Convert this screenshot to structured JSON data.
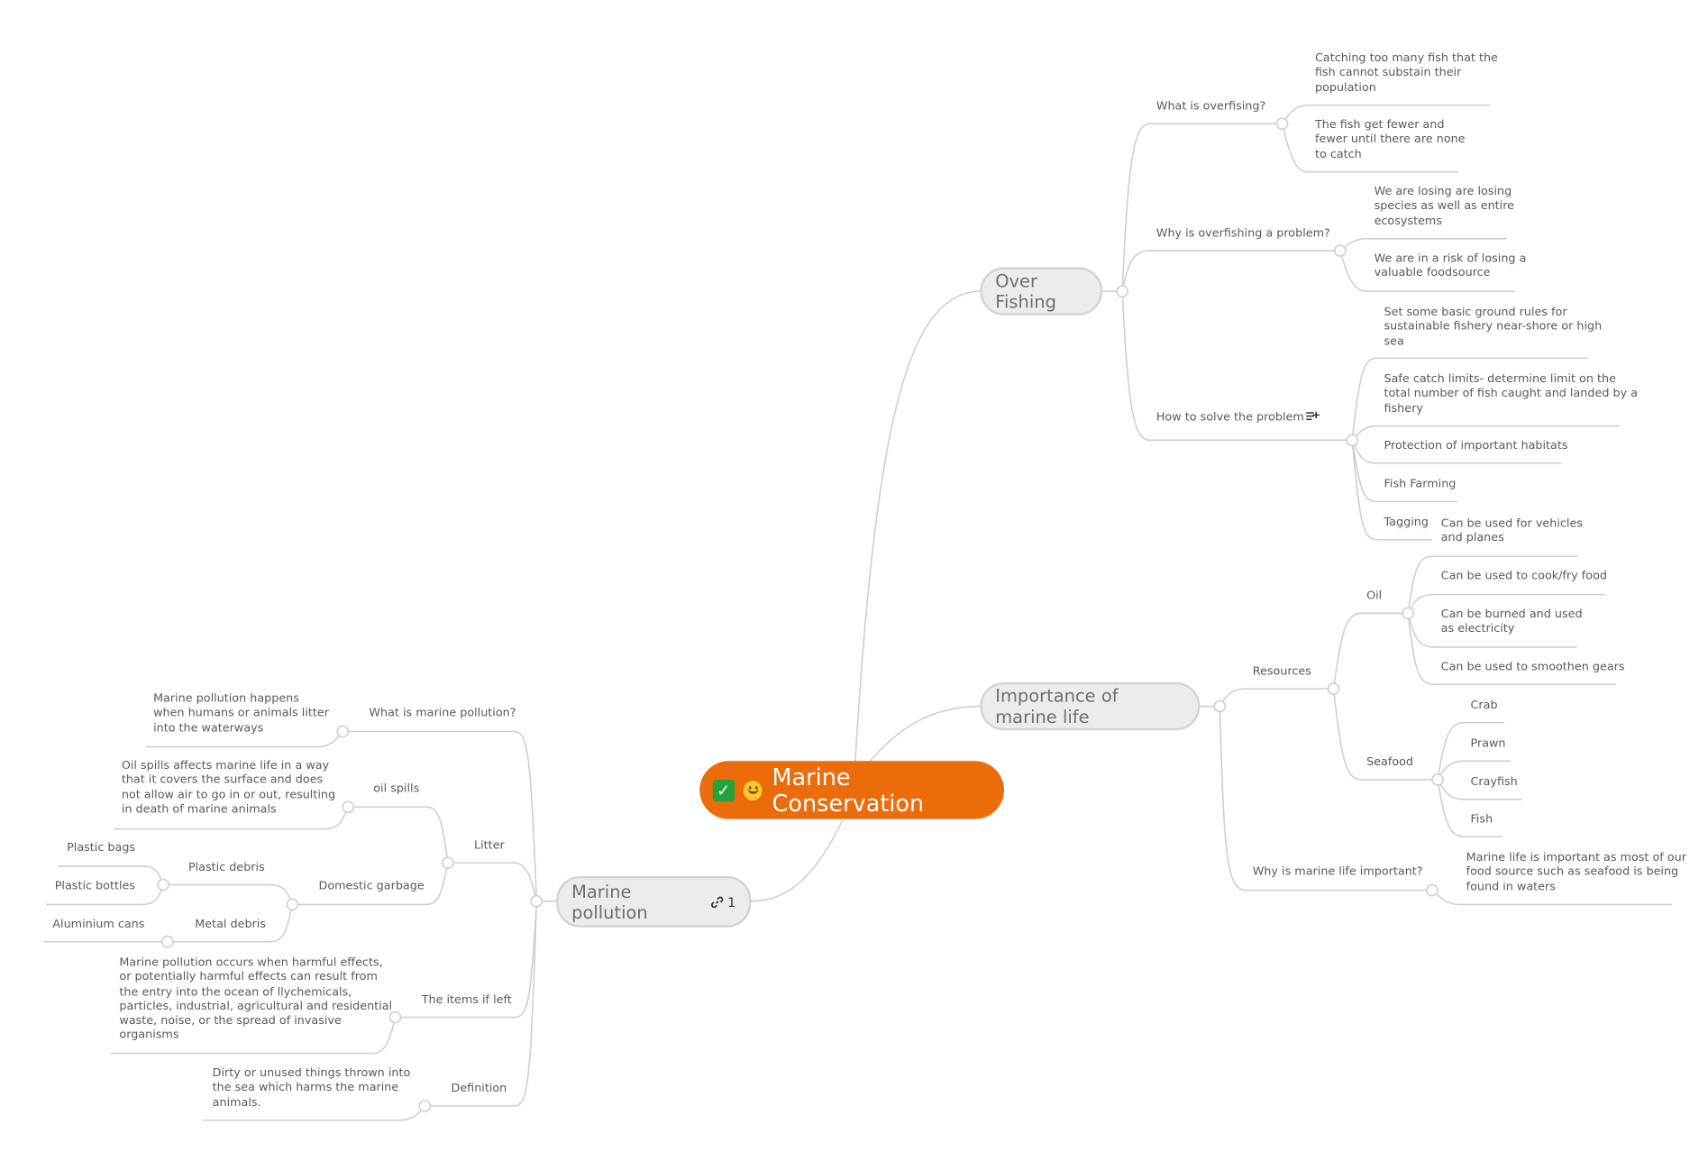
{
  "root": {
    "label": "Marine Conservation"
  },
  "branches": {
    "over_fishing": "Over Fishing",
    "importance": "Importance of marine life",
    "pollution": "Marine pollution",
    "pollution_link_count": "1"
  },
  "over_fishing": {
    "what_q": "What is overfising?",
    "what_a1": [
      "Catching too many fish that the",
      "fish cannot substain their",
      "population"
    ],
    "what_a2": [
      "The fish get fewer and",
      "fewer until there are none",
      "to catch"
    ],
    "why_q": "Why is overfishing a problem?",
    "why_a1": [
      "We are losing are losing",
      "species as well as entire",
      "ecosystems"
    ],
    "why_a2": [
      "We are in a risk of losing a",
      "valuable foodsource"
    ],
    "how_q": "How to solve the problem",
    "how_a1": [
      "Set some basic ground rules for",
      "sustainable fishery near-shore or high",
      "sea"
    ],
    "how_a2": [
      "Safe catch limits- determine limit on the",
      "total number of fish caught and landed by a",
      "fishery"
    ],
    "how_a3": "Protection of important habitats",
    "how_a4": "Fish Farming",
    "how_a5": "Tagging"
  },
  "importance": {
    "resources": "Resources",
    "oil": "Oil",
    "oil_items": [
      [
        "Can be used for vehicles",
        "and planes"
      ],
      [
        "Can be used to cook/fry food"
      ],
      [
        "Can be burned and used",
        "as electricity"
      ],
      [
        "Can be used to smoothen gears"
      ]
    ],
    "seafood": "Seafood",
    "seafood_items": [
      "Crab",
      "Prawn",
      "Crayfish",
      "Fish"
    ],
    "why_q": "Why is marine life important?",
    "why_a": [
      "Marine life is important as most of our",
      "food source such as seafood is being",
      "found in waters"
    ]
  },
  "pollution": {
    "litter": "Litter",
    "what_q": "What is marine pollution?",
    "what_a": [
      "Marine pollution happens",
      "when humans or animals litter",
      "into the waterways"
    ],
    "oil_spills": "oil spills",
    "oil_spills_a": [
      "Oil spills affects marine life in a way",
      "that it covers the surface and does",
      "not allow air to go in or out, resulting",
      "in death of marine animals"
    ],
    "domestic": "Domestic garbage",
    "plastic_debris": "Plastic debris",
    "plastic_bags": "Plastic bags",
    "plastic_bottles": "Plastic bottles",
    "metal_debris": "Metal debris",
    "aluminium": "Aluminium cans",
    "items_left": "The items if left",
    "items_left_a": [
      "Marine pollution occurs when harmful effects,",
      "or potentially harmful effects can result from",
      "the entry into the ocean of llychemicals,",
      "particles, industrial, agricultural and residential",
      "waste, noise, or the spread of invasive",
      "organisms"
    ],
    "definition": "Definition",
    "definition_a": [
      "Dirty or unused things thrown into",
      "the sea which harms the marine",
      "animals."
    ]
  },
  "colors": {
    "root": "#ec6b0b",
    "line": "#cfcfcf",
    "branch_bg": "#ececec"
  }
}
